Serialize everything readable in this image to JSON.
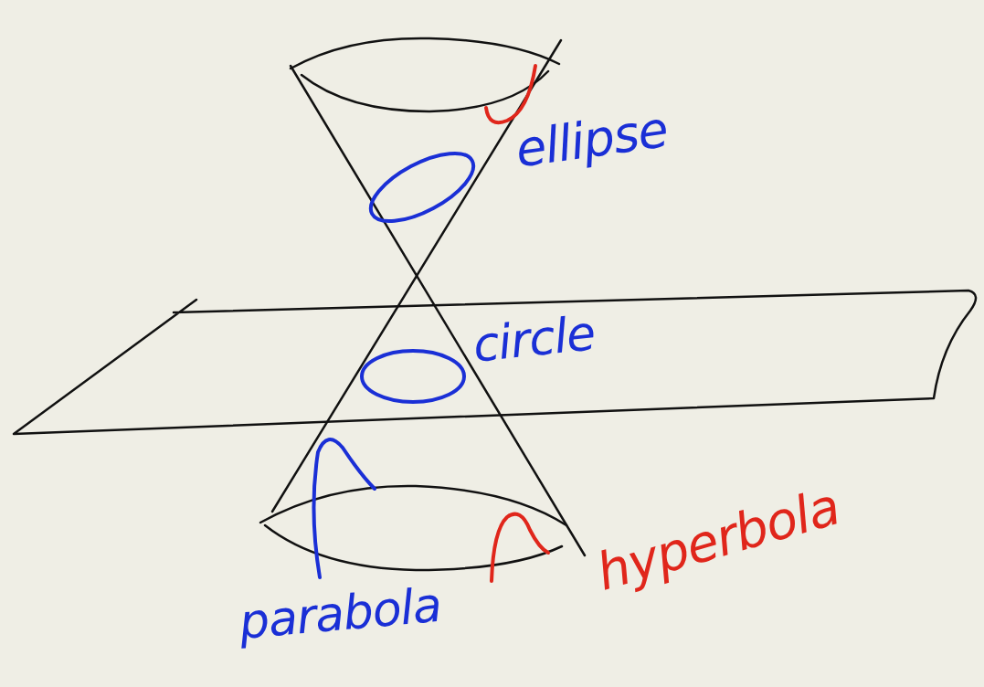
{
  "diagram": {
    "labels": [
      "ellipse",
      "circle",
      "parabola",
      "hyperbola"
    ]
  }
}
